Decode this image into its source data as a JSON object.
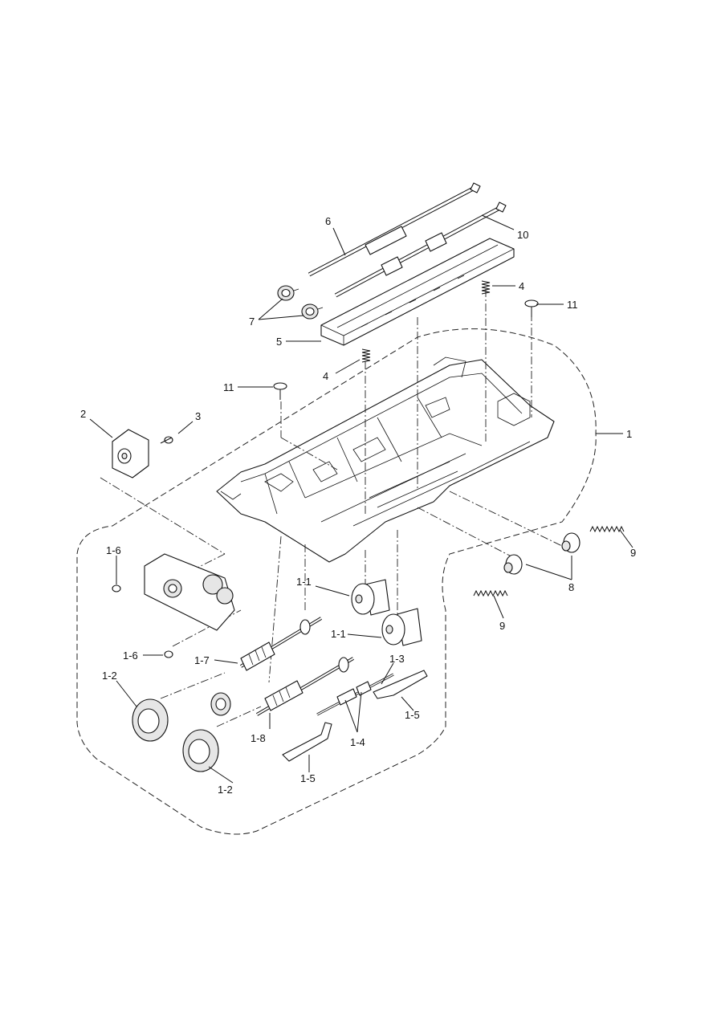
{
  "callouts": {
    "c1": "1",
    "c2": "2",
    "c3": "3",
    "c4a": "4",
    "c4b": "4",
    "c5": "5",
    "c6": "6",
    "c7": "7",
    "c8": "8",
    "c9a": "9",
    "c9b": "9",
    "c10": "10",
    "c11a": "11",
    "c11b": "11",
    "c1_1a": "1-1",
    "c1_1b": "1-1",
    "c1_2a": "1-2",
    "c1_2b": "1-2",
    "c1_3": "1-3",
    "c1_4": "1-4",
    "c1_5a": "1-5",
    "c1_5b": "1-5",
    "c1_6a": "1-6",
    "c1_6b": "1-6",
    "c1_7": "1-7",
    "c1_8": "1-8"
  }
}
